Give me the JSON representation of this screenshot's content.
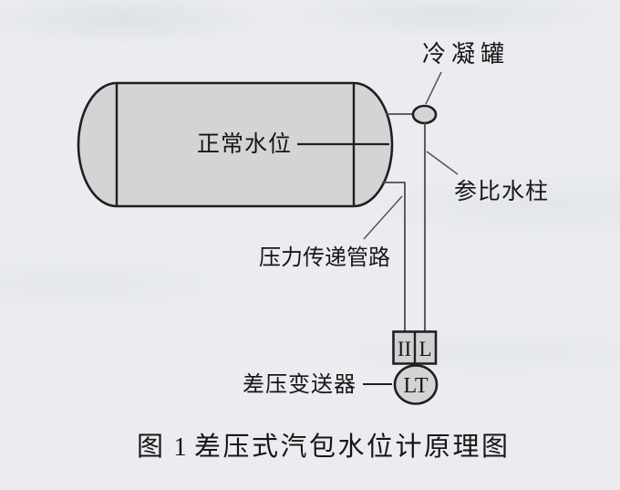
{
  "figure": {
    "type": "schematic-diagram",
    "subject": "differential pressure drum water level gauge principle",
    "labels": {
      "condensate_pot": "冷凝罐",
      "normal_water_level": "正常水位",
      "reference_water_column": "参比水柱",
      "pressure_piping": "压力传递管路",
      "dp_transmitter": "差压变送器",
      "port_left": "II",
      "port_right": "L",
      "transmitter_tag": "LT"
    },
    "caption": {
      "number": "图 1",
      "title": "差压式汽包水位计原理图"
    },
    "colors": {
      "background": "#eaecef",
      "vessel_fill": "#d2d4d5",
      "outline": "#1f1f1f",
      "thin_line": "#4d4d4d",
      "text": "#161616"
    }
  }
}
